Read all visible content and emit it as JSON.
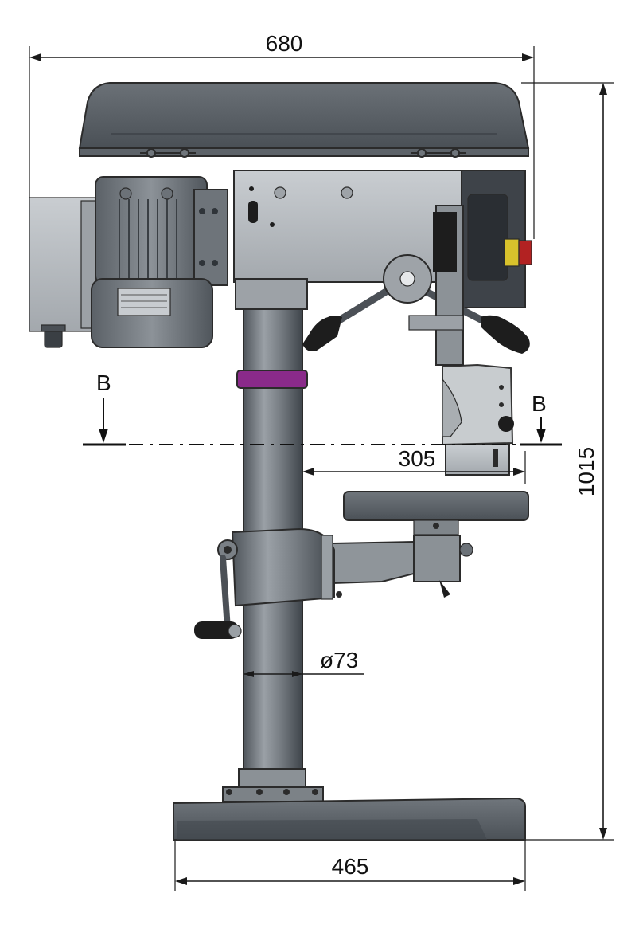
{
  "dimensions": {
    "overall_width": "680",
    "overall_height": "1015",
    "spindle_to_column": "305",
    "column_diameter": "ø73",
    "base_width": "465"
  },
  "section_markers": {
    "left": "B",
    "right": "B"
  },
  "colors": {
    "body_dark": "#555b61",
    "body_mid": "#7d8389",
    "body_light": "#b9bdc1",
    "column_band": "#8a2a8a",
    "knob_black": "#1d1d1d",
    "switch_yellow": "#d8c22c",
    "switch_red": "#b22222",
    "line": "#1a1a1a"
  }
}
